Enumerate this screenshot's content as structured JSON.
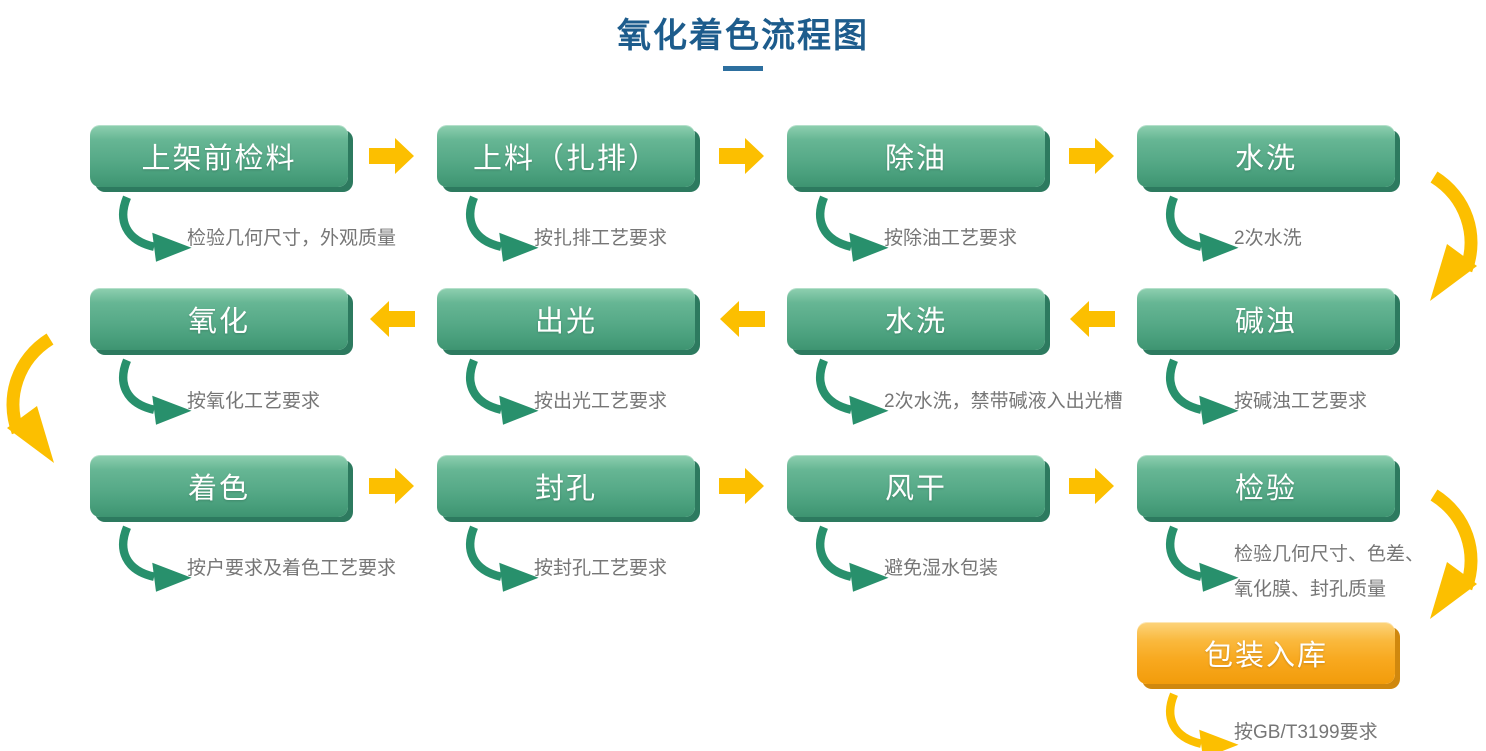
{
  "title": "氧化着色流程图",
  "colors": {
    "title_blue": "#1d5c8c",
    "divider_blue": "#2d6f9f",
    "box_green": "#57aa88",
    "box_green_edge": "#2d7a5f",
    "box_orange": "#f8a81e",
    "box_orange_edge": "#d0880e",
    "arrow_yellow": "#fcbf00",
    "arrow_green": "#28906c",
    "note_gray": "#767676"
  },
  "icons": {
    "step_arrow": "block-arrow-icon",
    "note_arrow": "curved-arrow-icon",
    "turn_arrow": "big-curved-arrow-icon"
  },
  "nodes": [
    {
      "label": "上架前检料",
      "note": "检验几何尺寸，外观质量"
    },
    {
      "label": "上料（扎排）",
      "note": "按扎排工艺要求"
    },
    {
      "label": "除油",
      "note": "按除油工艺要求"
    },
    {
      "label": "水洗",
      "note": "2次水洗"
    },
    {
      "label": "碱浊",
      "note": "按碱浊工艺要求"
    },
    {
      "label": "水洗",
      "note": "2次水洗，禁带碱液入出光槽"
    },
    {
      "label": "出光",
      "note": "按出光工艺要求"
    },
    {
      "label": "氧化",
      "note": "按氧化工艺要求"
    },
    {
      "label": "着色",
      "note": "按户要求及着色工艺要求"
    },
    {
      "label": "封孔",
      "note": "按封孔工艺要求"
    },
    {
      "label": "风干",
      "note": "避免湿水包装"
    },
    {
      "label": "检验",
      "note": "检验几何尺寸、色差、氧化膜、封孔质量"
    },
    {
      "label": "包装入库",
      "note": "按GB/T3199要求"
    }
  ]
}
